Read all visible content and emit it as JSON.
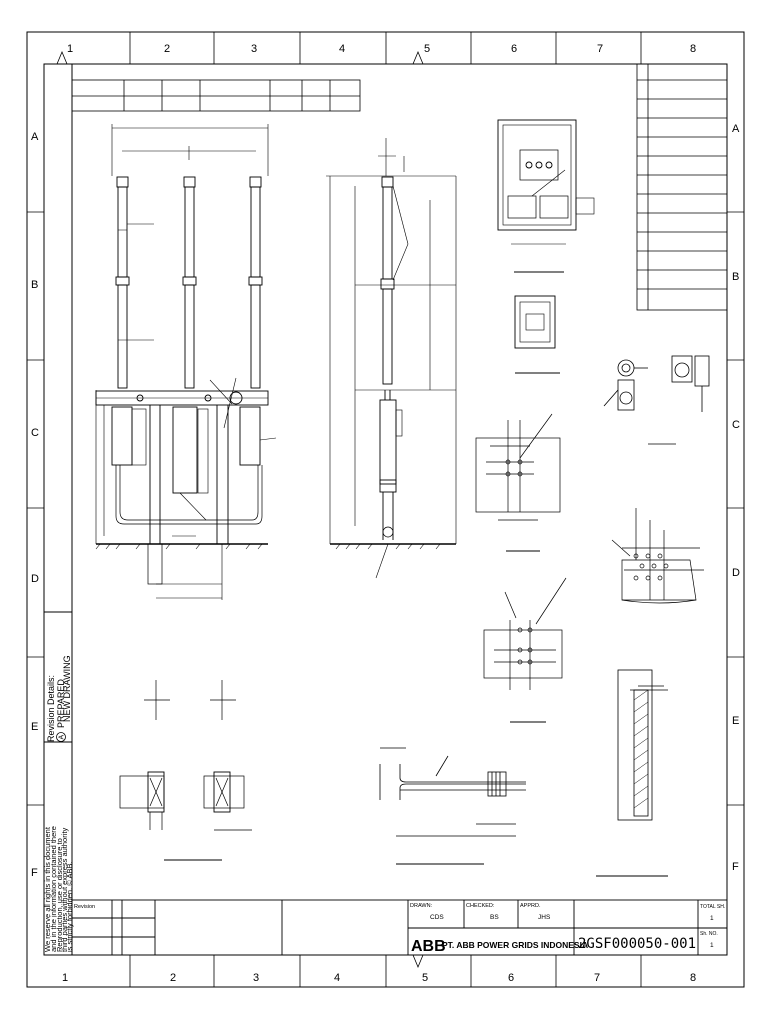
{
  "sheet": {
    "zone_columns": [
      "1",
      "2",
      "3",
      "4",
      "5",
      "6",
      "7",
      "8"
    ],
    "zone_rows": [
      "A",
      "B",
      "C",
      "D",
      "E",
      "F"
    ]
  },
  "revision_side": {
    "header": "Revision Details:",
    "entry": "PREPARED",
    "entry_mark": "A",
    "entry_note": "NEW DRAWING"
  },
  "copyright": {
    "lines": [
      "We reserve all rights in this document",
      "and in the information contained there",
      "Reproduction, use or disclosure to",
      "third parties without express authority",
      "is strictly forbidden. © ABB."
    ]
  },
  "title_block": {
    "revision_label": "Revision",
    "drawn_label": "DRAWN:",
    "drawn_value": "CDS",
    "checked_label": "CHECKED:",
    "checked_value": "BS",
    "approved_label": "APPRD.",
    "approved_value": "JHS",
    "logo_text": "ABB",
    "company": "PT. ABB POWER GRIDS INDONESIA",
    "drawing_number": "2GSF000050-001",
    "total_sheets_label": "TOTAL SH.",
    "total_sheets_value": "1",
    "sheet_no_label": "Sh. NO.",
    "sheet_no_value": "1"
  }
}
